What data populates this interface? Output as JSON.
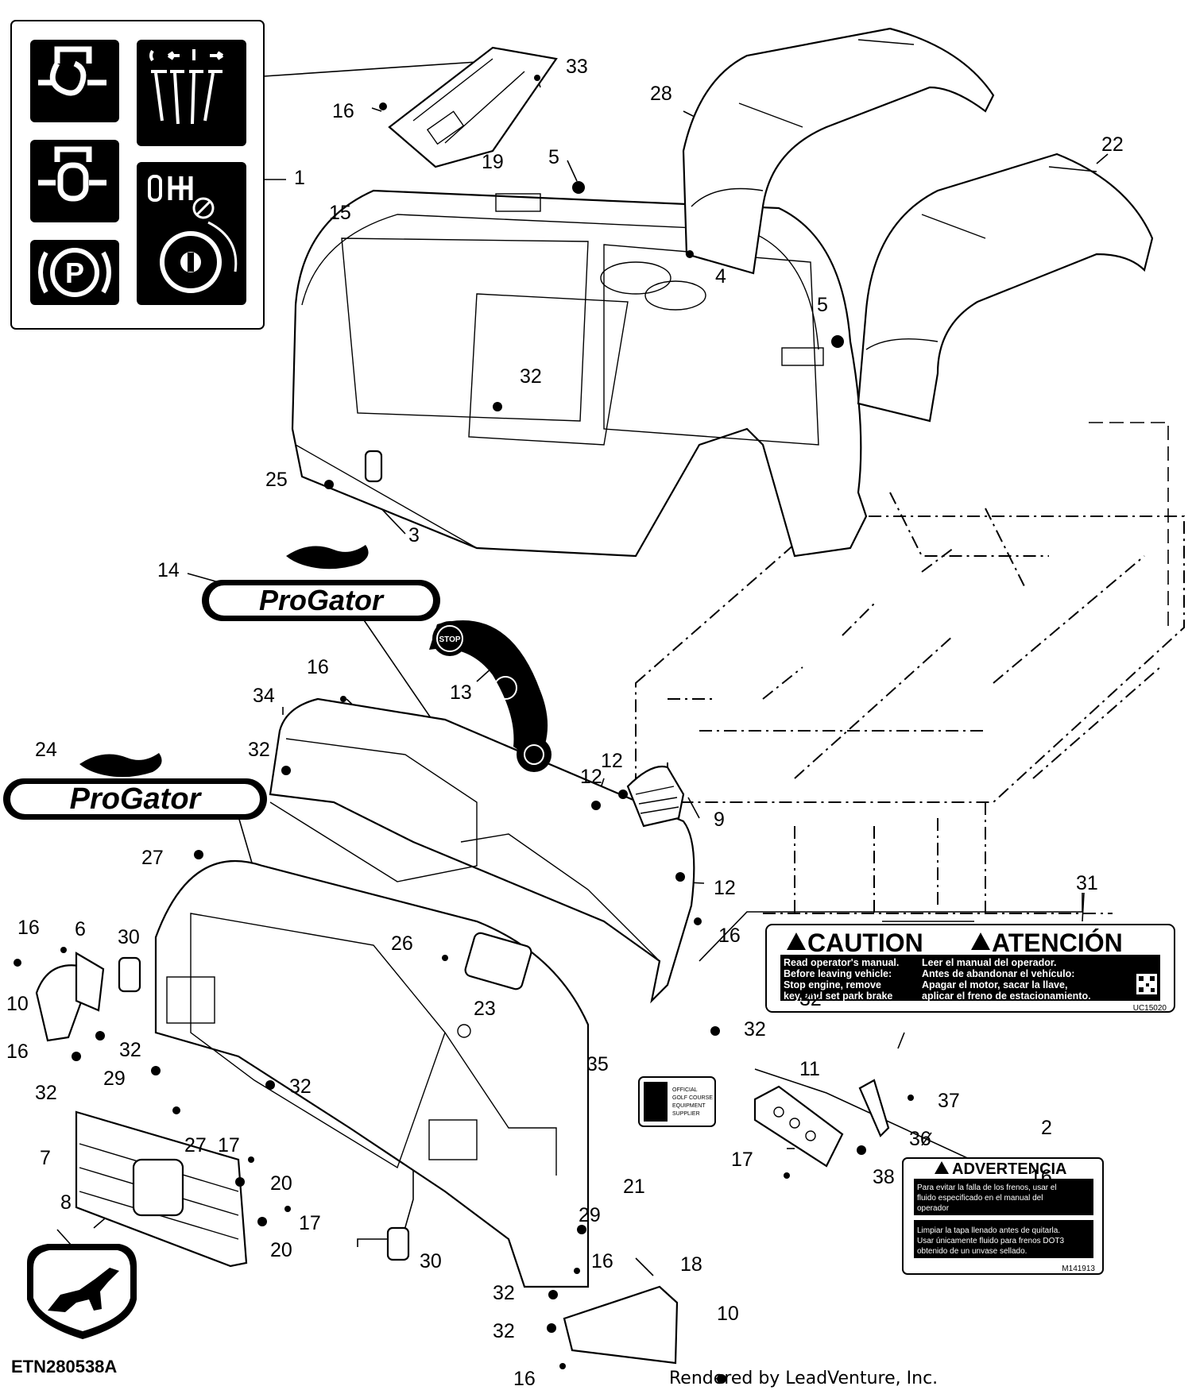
{
  "diagram": {
    "figure_id": "ETN280538A",
    "credit": "Rendered by LeadVenture, Inc.",
    "callouts": [
      "1",
      "2",
      "3",
      "4",
      "5",
      "5",
      "6",
      "7",
      "8",
      "9",
      "10",
      "10",
      "11",
      "12",
      "12",
      "12",
      "13",
      "14",
      "15",
      "16",
      "16",
      "16",
      "16",
      "16",
      "16",
      "16",
      "16",
      "17",
      "17",
      "17",
      "18",
      "19",
      "20",
      "20",
      "21",
      "22",
      "23",
      "24",
      "25",
      "26",
      "27",
      "27",
      "28",
      "29",
      "29",
      "30",
      "30",
      "31",
      "32",
      "32",
      "32",
      "32",
      "32",
      "32",
      "32",
      "32",
      "32",
      "33",
      "34",
      "35",
      "36",
      "37",
      "38"
    ],
    "logo_progator": "ProGator",
    "decal_13": {
      "stop": "STOP"
    },
    "caution_label": {
      "en_title": "CAUTION",
      "es_title": "ATENCIÓN",
      "en_lines": [
        "Read operator's manual.",
        "Before leaving vehicle:",
        "Stop engine, remove",
        "key, and set park brake"
      ],
      "es_lines": [
        "Leer el manual del operador.",
        "Antes de abandonar el vehículo:",
        "Apagar el motor, sacar la llave,",
        "aplicar el freno de estacionamiento."
      ],
      "code": "UC15020"
    },
    "advertencia_label": {
      "title": "ADVERTENCIA",
      "block1": [
        "Para evitar la falla de los frenos, usar el",
        "fluido especificado en el manual del",
        "operador"
      ],
      "block2": [
        "Limpiar la tapa llenado antes de quitarla.",
        "Usar únicamente fluido para frenos DOT3",
        "obtenido de un unvase sellado."
      ],
      "code": "M141913"
    },
    "pga_label": {
      "lines": [
        "OFFICIAL",
        "GOLF COURSE",
        "EQUIPMENT",
        "SUPPLIER"
      ]
    }
  }
}
